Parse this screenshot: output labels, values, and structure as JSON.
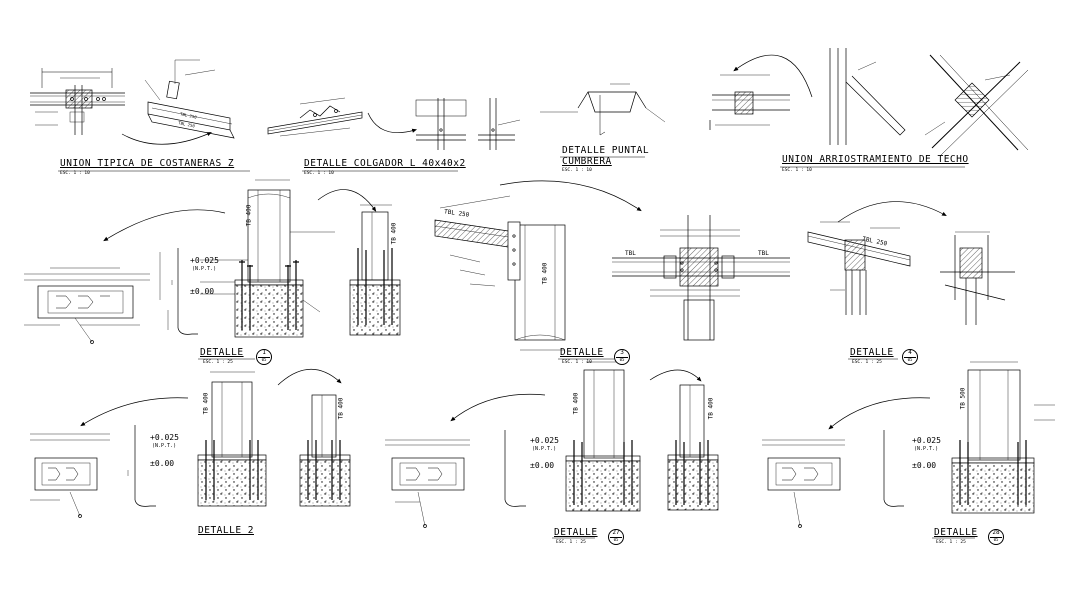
{
  "titles": {
    "unionCostaneras": "UNION TIPICA DE COSTANERAS Z",
    "colgador": "DETALLE COLGADOR L 40x40x2",
    "puntal1": "DETALLE PUNTAL",
    "puntal2": "CUMBRERA",
    "arriostramiento": "UNION ARRIOSTRAMIENTO DE TECHO",
    "detalle1": "DETALLE",
    "detalle3": "DETALLE",
    "detalle4": "DETALLE",
    "detalle2": "DETALLE 2",
    "detalle27": "DETALLE",
    "detalle28": "DETALLE"
  },
  "scales": {
    "s1": "ESC.      1 : 10",
    "s2": "ESC.    1 : 10",
    "s3": "ESC.    1 : 10",
    "s4": "ESC.    1 : 10",
    "d1": "ESC.   1 : 25",
    "d3": "ESC.   1 : 10",
    "d4": "ESC.   1 : 25",
    "d27": "ESC.   1 : 25",
    "d28": "ESC.   1 : 25"
  },
  "bubbles": {
    "b1": {
      "num": "1",
      "sheet": "05"
    },
    "b3": {
      "num": "3",
      "sheet": "05"
    },
    "b4": {
      "num": "4",
      "sheet": "05"
    },
    "b27": {
      "num": "27",
      "sheet": "05"
    },
    "b28": {
      "num": "28",
      "sheet": "05"
    }
  },
  "elevations": {
    "e1a": "+0.025",
    "e1b": "±0.00",
    "e2a": "+0.025",
    "e2b": "±0.00",
    "e27a": "+0.025",
    "e27b": "±0.00",
    "e28a": "+0.025",
    "e28b": "±0.00",
    "nivel": "(N.P.T.)"
  },
  "profiles": {
    "tb400a": "TB 400",
    "tb400b": "TB 400",
    "tb400c": "TB 400",
    "tb400d": "TB 400",
    "tb400e": "TB 400",
    "tb400f": "TB 400",
    "tb400g": "TB 400",
    "tb500": "TB 500",
    "tbl250a": "TBL 250",
    "tbl250b": "TBL 250",
    "tbl250c": "TBL",
    "tbl250d": "TBL",
    "tb250e": "TBL 250"
  }
}
